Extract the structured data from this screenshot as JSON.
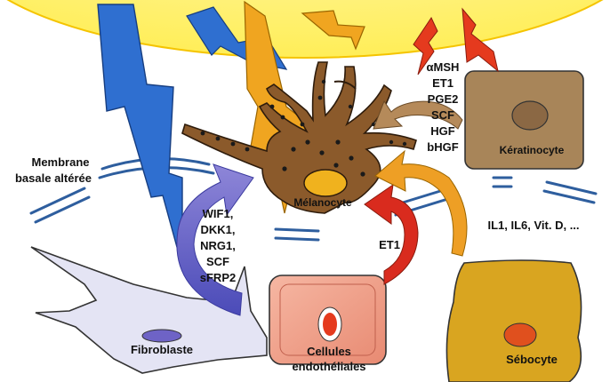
{
  "diagram": {
    "labels": {
      "membrane_line1": "Membrane",
      "membrane_line2": "basale altérée",
      "melanocyte": "Mélanocyte",
      "keratinocyte": "Kératinocyte",
      "fibroblaste": "Fibroblaste",
      "endothelial_line1": "Cellules",
      "endothelial_line2": "endothéliales",
      "sebocyte": "Sébocyte"
    },
    "keratinocyte_factors": [
      "αMSH",
      "ET1",
      "PGE2",
      "SCF",
      "HGF",
      "bHGF"
    ],
    "fibroblast_factors": [
      "WIF1,",
      "DKK1,",
      "NRG1,",
      "SCF",
      "sFRP2"
    ],
    "endothelial_factor": "ET1",
    "sebocyte_factors": "IL1, IL6, Vit. D, ...",
    "colors": {
      "sun": "#FFF176",
      "uv_blue": "#2F6FD0",
      "uv_orange": "#F0A520",
      "uv_red": "#E53A1E",
      "melanocyte": "#8B5A2B",
      "keratinocyte": "#A88559",
      "fibroblast": "#E4E4F4",
      "endothelial": "#F2A58E",
      "sebocyte": "#D9A520",
      "arrow_purple": "#6E63C6",
      "arrow_red": "#D92B1E",
      "arrow_orange": "#EE9F25",
      "arrow_tan": "#B58A5A",
      "membrane": "#2E5E9E"
    }
  }
}
